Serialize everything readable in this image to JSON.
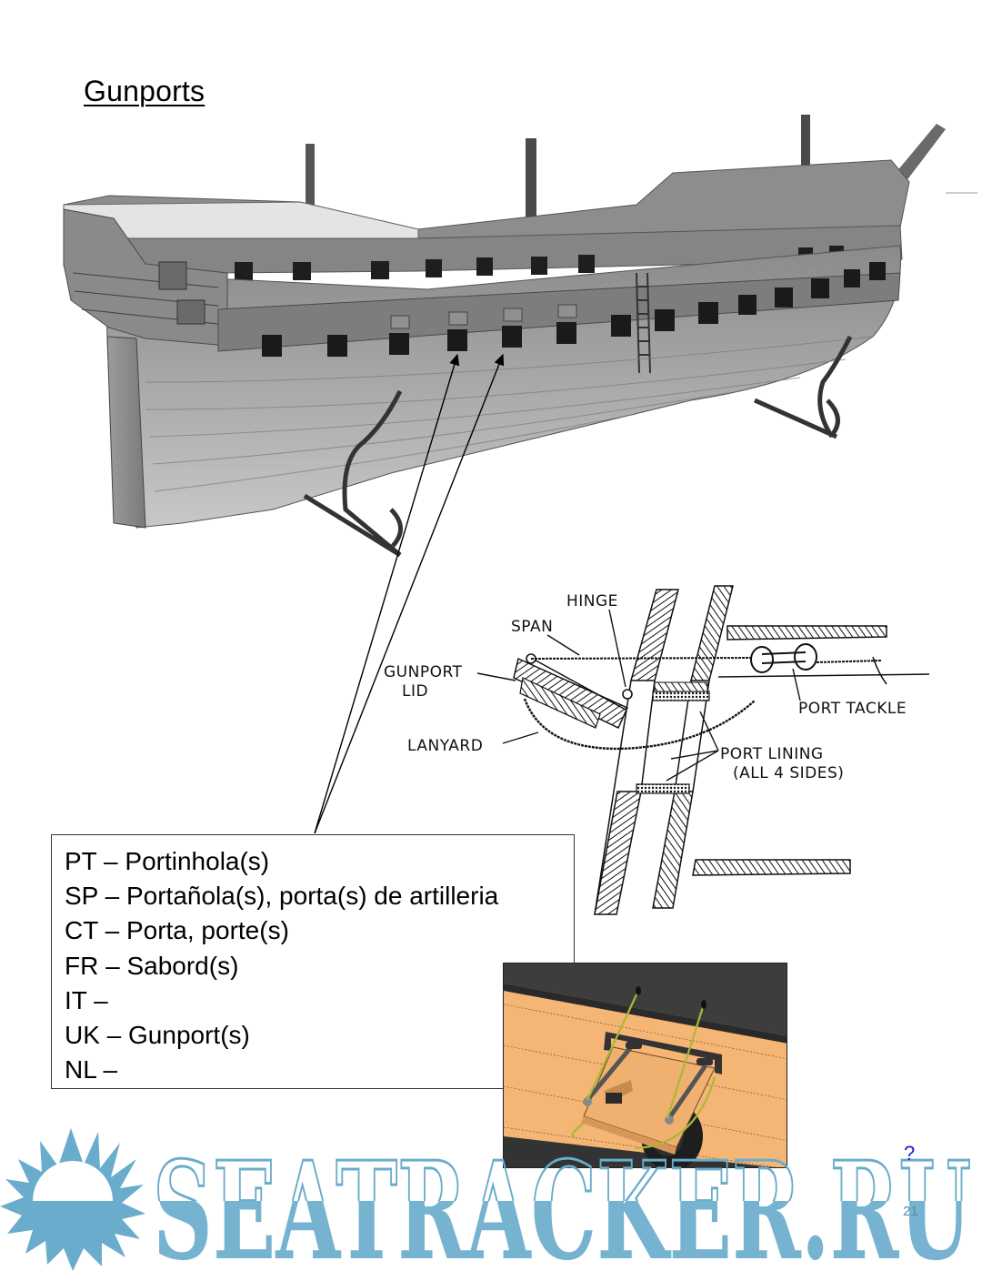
{
  "slide": {
    "title": "Gunports",
    "page_number": "21",
    "question_mark": "?"
  },
  "terms": [
    {
      "lang": "PT",
      "term": "Portinhola(s)",
      "text": "PT – Portinhola(s)"
    },
    {
      "lang": "SP",
      "term": "Portañola(s), porta(s) de artilleria",
      "text": "SP – Portañola(s), porta(s) de artilleria"
    },
    {
      "lang": "CT",
      "term": "Porta, porte(s)",
      "text": "CT – Porta, porte(s)"
    },
    {
      "lang": "FR",
      "term": "Sabord(s)",
      "text": "FR – Sabord(s)"
    },
    {
      "lang": "IT",
      "term": "",
      "text": "IT –"
    },
    {
      "lang": "UK",
      "term": "Gunport(s)",
      "text": "UK – Gunport(s)"
    },
    {
      "lang": "NL",
      "term": "",
      "text": "NL –"
    }
  ],
  "diagram": {
    "labels": {
      "hinge": "HINGE",
      "span": "SPAN",
      "gunport_lid_1": "GUNPORT",
      "gunport_lid_2": "LID",
      "lanyard": "LANYARD",
      "port_tackle": "PORT TACKLE",
      "port_lining_1": "PORT LINING",
      "port_lining_2": "(ALL 4 SIDES)"
    }
  },
  "images": {
    "ship_photo": "ship-model-photograph",
    "render": "gunport-3d-render"
  },
  "watermark": {
    "text": "SEATRACKER.RU",
    "color": "#6aaccc"
  },
  "colors": {
    "render_wood": "#f5b574",
    "render_dark": "#3a3a3a",
    "render_rope": "#a8b838"
  }
}
